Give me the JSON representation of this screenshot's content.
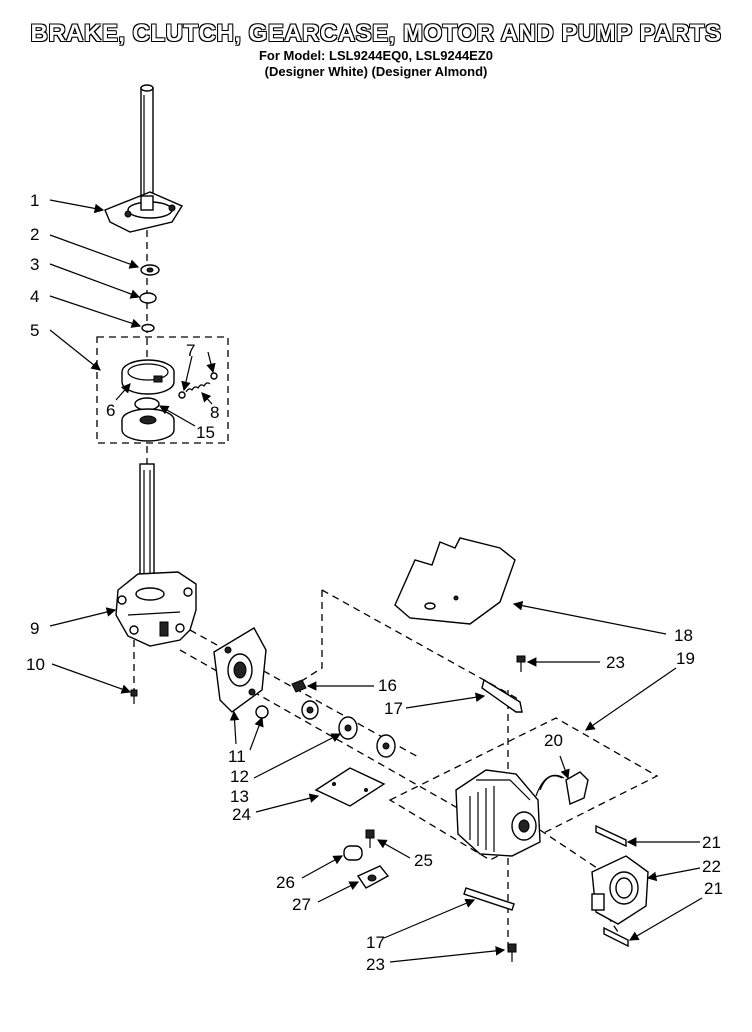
{
  "title": "BRAKE, CLUTCH, GEARCASE, MOTOR AND PUMP PARTS",
  "subtitle_models": "For Model: LSL9244EQ0, LSL9244EZ0",
  "subtitle_colors": "(Designer White) (Designer Almond)",
  "callouts": [
    {
      "id": "c1",
      "text": "1"
    },
    {
      "id": "c2",
      "text": "2"
    },
    {
      "id": "c3",
      "text": "3"
    },
    {
      "id": "c4",
      "text": "4"
    },
    {
      "id": "c5",
      "text": "5"
    },
    {
      "id": "c6",
      "text": "6"
    },
    {
      "id": "c7",
      "text": "7"
    },
    {
      "id": "c8",
      "text": "8"
    },
    {
      "id": "c9",
      "text": "9"
    },
    {
      "id": "c10",
      "text": "10"
    },
    {
      "id": "c11",
      "text": "11"
    },
    {
      "id": "c12",
      "text": "12"
    },
    {
      "id": "c13",
      "text": "13"
    },
    {
      "id": "c15",
      "text": "15"
    },
    {
      "id": "c16",
      "text": "16"
    },
    {
      "id": "c17a",
      "text": "17"
    },
    {
      "id": "c17b",
      "text": "17"
    },
    {
      "id": "c18",
      "text": "18"
    },
    {
      "id": "c19",
      "text": "19"
    },
    {
      "id": "c20",
      "text": "20"
    },
    {
      "id": "c21a",
      "text": "21"
    },
    {
      "id": "c21b",
      "text": "21"
    },
    {
      "id": "c22",
      "text": "22"
    },
    {
      "id": "c23a",
      "text": "23"
    },
    {
      "id": "c23b",
      "text": "23"
    },
    {
      "id": "c24",
      "text": "24"
    },
    {
      "id": "c25",
      "text": "25"
    },
    {
      "id": "c26",
      "text": "26"
    },
    {
      "id": "c27",
      "text": "27"
    }
  ]
}
